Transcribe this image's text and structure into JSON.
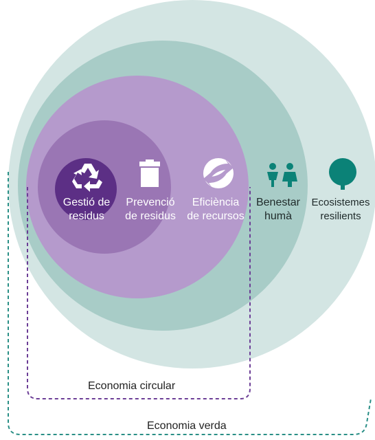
{
  "colors": {
    "outer_circle": "#d3e5e3",
    "middle_circle": "#a8ccc7",
    "inner_circle": "#b59acc",
    "core_circle": "#9a76b4",
    "recycle_disc": "#5c2f85",
    "teal_icon": "#0b8277",
    "bracket_purple": "#6c3e96",
    "bracket_teal": "#2a8f86"
  },
  "nodes": [
    {
      "id": "gestio",
      "line1": "Gestió de",
      "line2": "residus",
      "icon": "recycle-icon"
    },
    {
      "id": "prevencio",
      "line1": "Prevenció",
      "line2": "de residus",
      "icon": "trash-bin-icon"
    },
    {
      "id": "eficiencia",
      "line1": "Eficiència",
      "line2": "de recursos",
      "icon": "green-dot-icon"
    },
    {
      "id": "benestar",
      "line1": "Benestar",
      "line2": "humà",
      "icon": "people-icon"
    },
    {
      "id": "ecosistemes",
      "line1": "Ecosistemes",
      "line2": "resilients",
      "icon": "tree-icon"
    }
  ],
  "brackets": {
    "circular": "Economia circular",
    "verda": "Economia verda"
  }
}
